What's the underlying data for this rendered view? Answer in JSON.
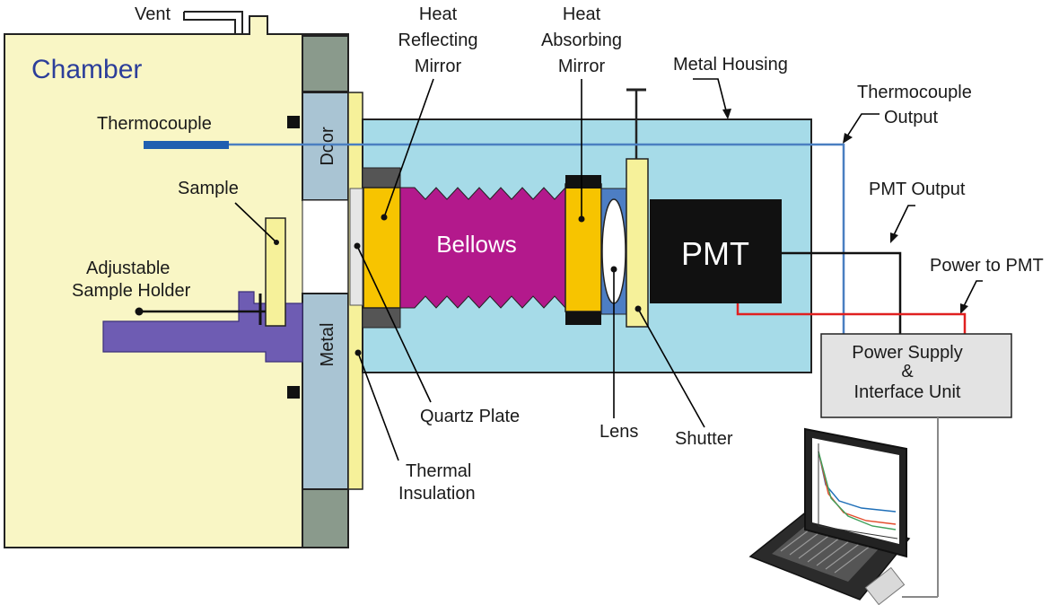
{
  "colors": {
    "chamber_fill": "#f9f6c5",
    "grey_block": "#8a9a8c",
    "door_fill": "#a9c4d3",
    "housing_fill": "#a6dbe8",
    "quartz_fill": "#e6e6e6",
    "mirror_fill": "#f7c400",
    "bellows_fill": "#b3198c",
    "pmt_fill": "#111111",
    "holder_fill": "#6e5cb3",
    "sample_fill": "#f6f19a",
    "thermocouple_wire": "#4a7fc1",
    "power_wire": "#e02020",
    "lens_holder": "#4d7ec4",
    "supply_fill": "#e3e3e3"
  },
  "labels": {
    "vent": "Vent",
    "chamber": "Chamber",
    "thermocouple": "Thermocouple",
    "sample": "Sample",
    "adjustable_holder": [
      "Adjustable",
      "Sample Holder"
    ],
    "door": "Door",
    "metal": "Metal",
    "heat_reflecting_mirror": [
      "Heat",
      "Reflecting",
      "Mirror"
    ],
    "heat_absorbing_mirror": [
      "Heat",
      "Absorbing",
      "Mirror"
    ],
    "metal_housing": "Metal Housing",
    "thermocouple_output": [
      "Thermocouple",
      "Output"
    ],
    "pmt_output": "PMT Output",
    "power_to_pmt": "Power to PMT",
    "bellows": "Bellows",
    "pmt": "PMT",
    "power_supply": [
      "Power Supply",
      "&",
      "Interface Unit"
    ],
    "quartz_plate": "Quartz Plate",
    "lens": "Lens",
    "shutter": "Shutter",
    "thermal_insulation": [
      "Thermal",
      "Insulation"
    ]
  }
}
